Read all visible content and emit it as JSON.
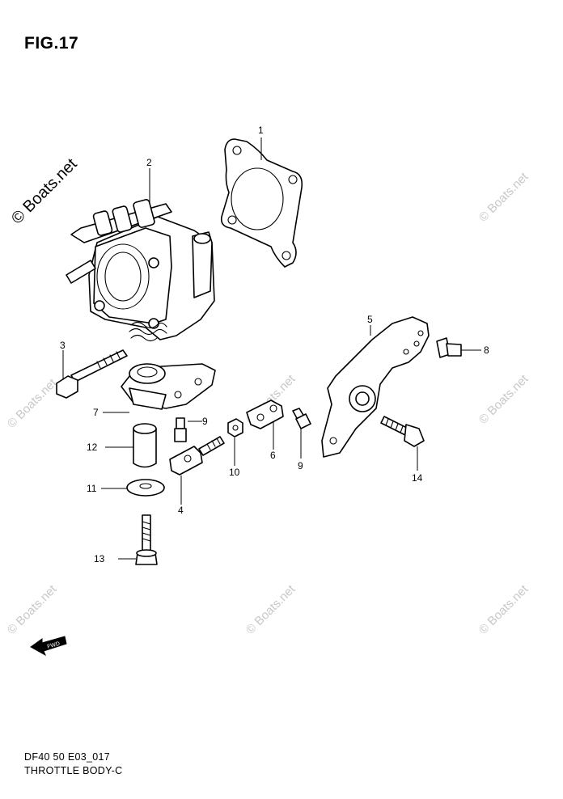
{
  "figure": {
    "label": "FIG.17"
  },
  "footer": {
    "code": "DF40 50 E03_017",
    "name": "THROTTLE BODY-C"
  },
  "watermark": {
    "text": "© Boats.net"
  },
  "forward_marker": {
    "icon": "forward-arrow-icon",
    "text": "FWD"
  },
  "callouts": [
    "1",
    "2",
    "3",
    "4",
    "5",
    "6",
    "7",
    "8",
    "9",
    "9",
    "10",
    "11",
    "12",
    "13",
    "14"
  ]
}
